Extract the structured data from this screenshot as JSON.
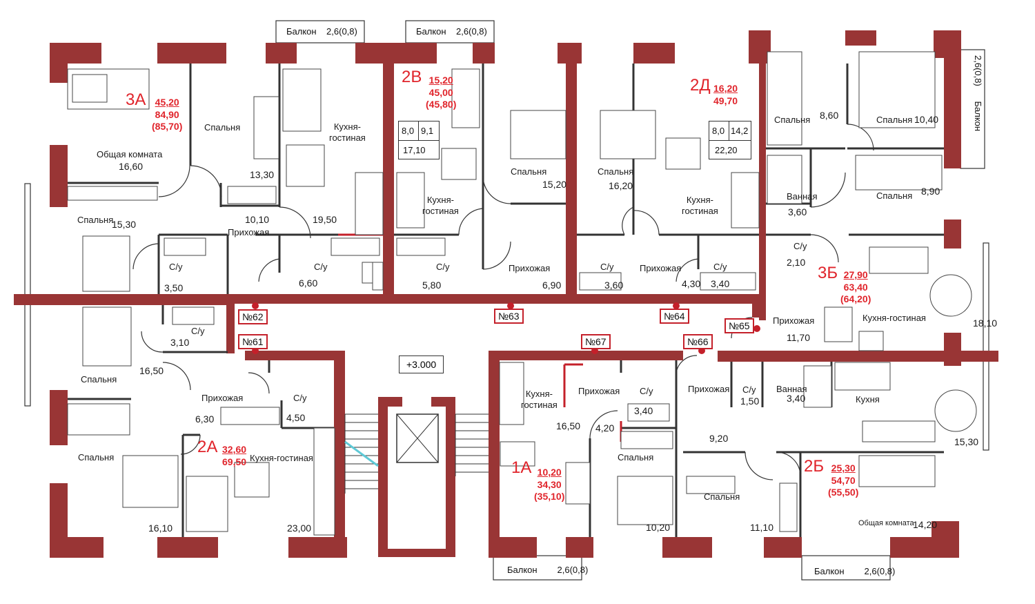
{
  "colors": {
    "wall": "#993535",
    "accent_red": "#e0242b",
    "tag_border": "#c4202a",
    "line": "#333333"
  },
  "level_mark": "+3.000",
  "balconies": [
    {
      "label": "Балкон",
      "size": "2,6(0,8)"
    },
    {
      "label": "Балкон",
      "size": "2,6(0,8)"
    },
    {
      "label": "Балкон",
      "size": "2,6(0,8)"
    },
    {
      "label": "Балкон",
      "size": "2,6(0,8)"
    },
    {
      "label": "Балкон",
      "size": "2,6(0,8)"
    }
  ],
  "doors": [
    "№62",
    "№61",
    "№63",
    "№64",
    "№65",
    "№66",
    "№67"
  ],
  "apartments": {
    "a3A": {
      "code": "3А",
      "living": "45,20",
      "total": "84,90",
      "total_bal": "(85,70)"
    },
    "a2V": {
      "code": "2В",
      "living": "15,20",
      "total": "45,00",
      "total_bal": "(45,80)"
    },
    "a2D": {
      "code": "2Д",
      "living": "16,20",
      "total": "49,70"
    },
    "a3B": {
      "code": "3Б",
      "living": "27,90",
      "total": "63,40",
      "total_bal": "(64,20)"
    },
    "a2A": {
      "code": "2А",
      "living": "32,60",
      "total": "69,50"
    },
    "a1A": {
      "code": "1А",
      "living": "10,20",
      "total": "34,30",
      "total_bal": "(35,10)"
    },
    "a2B": {
      "code": "2Б",
      "living": "25,30",
      "total": "54,70",
      "total_bal": "(55,50)"
    }
  },
  "kitchen_boxes": {
    "k2V": {
      "a": "8,0",
      "b": "9,1",
      "sum": "17,10"
    },
    "k2D": {
      "a": "8,0",
      "b": "14,2",
      "sum": "22,20"
    }
  },
  "rooms": {
    "obsh3a": "Общая комната",
    "obsh3a_a": "16,60",
    "sp3a1": "Спальня",
    "sp3a1_a": "13,30",
    "kg3a": "Кухня-\nгостиная",
    "kg3a_a": "19,50",
    "hall3a": "Прихожая",
    "hall3a_a": "10,10",
    "sp3a2": "Спальня",
    "sp3a2_a": "15,30",
    "cu3a1": "С/у",
    "cu3a1_a": "3,50",
    "cu3a2": "С/у",
    "cu3a2_a": "6,60",
    "kg2v": "Кухня-\nгостиная",
    "cu2v": "С/у",
    "cu2v_a": "5,80",
    "sp2v": "Спальня",
    "sp2v_a": "15,20",
    "hall2v": "Прихожая",
    "hall2v_a": "6,90",
    "sp2d": "Спальня",
    "sp2d_a": "16,20",
    "kg2d": "Кухня-\nгостиная",
    "cu2d1": "С/у",
    "cu2d1_a": "3,60",
    "hall2d": "Прихожая",
    "hall2d_a": "4,30",
    "cu2d2": "С/у",
    "cu2d2_a": "3,40",
    "sp3b1": "Спальня",
    "sp3b1_a": "8,60",
    "sp3b2": "Спальня",
    "sp3b2_a": "10,40",
    "bath3b": "Ванная",
    "bath3b_a": "3,60",
    "sp3b3": "Спальня",
    "sp3b3_a": "8,90",
    "cu3b": "С/у",
    "cu3b_a": "2,10",
    "hall3b": "Прихожая",
    "hall3b_a": "11,70",
    "kg3b": "Кухня-гостиная",
    "kg3b_a": "18,10",
    "sp2a1": "Спальня",
    "sp2a1_a": "16,50",
    "cu2a1": "С/у",
    "cu2a1_a": "3,10",
    "hall2a": "Прихожая",
    "hall2a_a": "6,30",
    "cu2a2": "С/у",
    "cu2a2_a": "4,50",
    "sp2a2": "Спальня",
    "sp2a2_a": "16,10",
    "kg2a": "Кухня-гостиная",
    "kg2a_a": "23,00",
    "kg1a": "Кухня-\nгостиная",
    "kg1a_a": "16,50",
    "hall1a": "Прихожая",
    "hall1a_a": "4,20",
    "cu1a": "С/у",
    "cu1a_a": "3,40",
    "sp1a": "Спальня",
    "sp1a_a": "10,20",
    "hall2b": "Прихожая",
    "hall2b_a": "9,20",
    "cu2b": "С/у",
    "cu2b_a": "1,50",
    "bath2b": "Ванная",
    "bath2b_a": "3,40",
    "kit2b": "Кухня",
    "kit2b_a": "15,30",
    "sp2b": "Спальня",
    "sp2b_a": "11,10",
    "obsh2b": "Общая комната",
    "obsh2b_a": "14,20"
  }
}
